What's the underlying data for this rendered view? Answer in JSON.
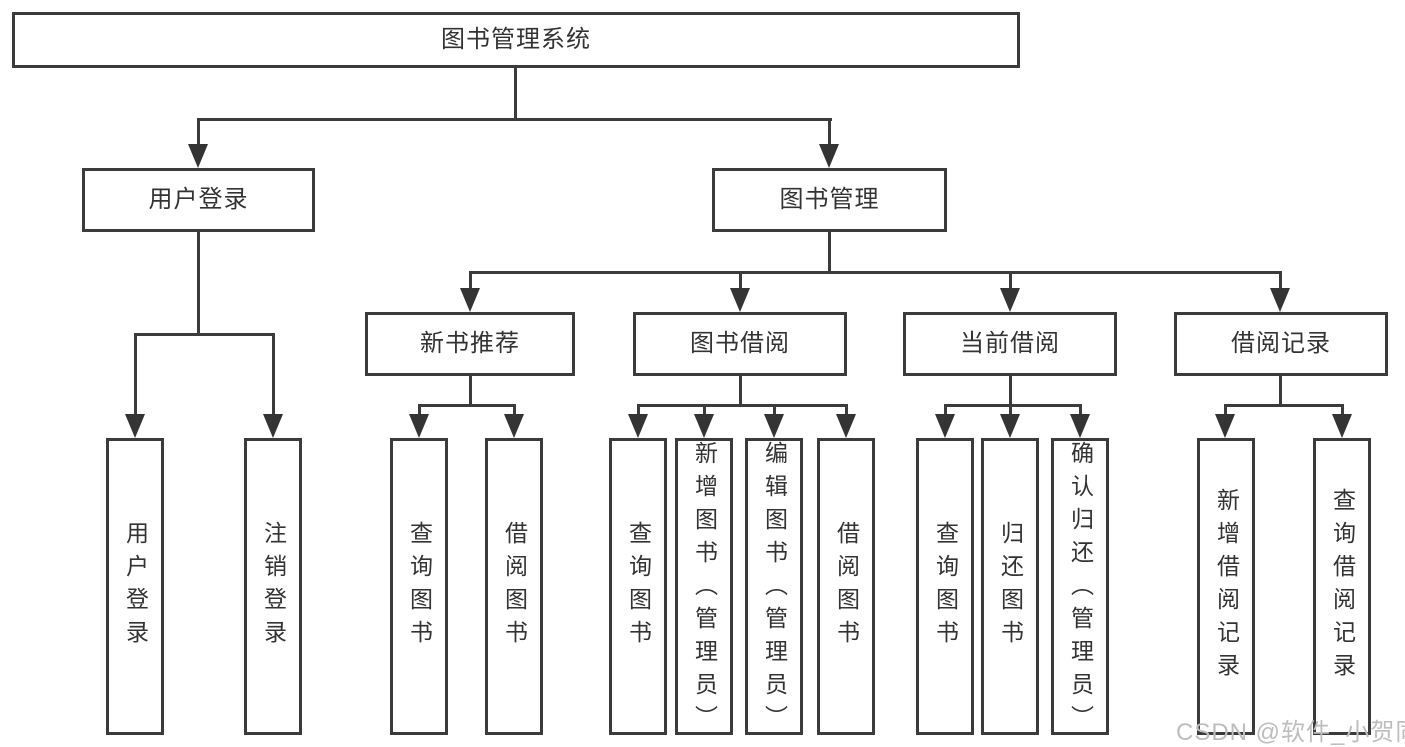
{
  "tree": {
    "root": "图书管理系统",
    "children": [
      {
        "label": "用户登录",
        "children": [
          "用户登录",
          "注销登录"
        ]
      },
      {
        "label": "图书管理",
        "children": [
          {
            "label": "新书推荐",
            "children": [
              "查询图书",
              "借阅图书"
            ]
          },
          {
            "label": "图书借阅",
            "children": [
              "查询图书",
              "新增图书（管理员）",
              "编辑图书（管理员）",
              "借阅图书"
            ]
          },
          {
            "label": "当前借阅",
            "children": [
              "查询图书",
              "归还图书",
              "确认归还（管理员）"
            ]
          },
          {
            "label": "借阅记录",
            "children": [
              "新增借阅记录",
              "查询借阅记录"
            ]
          }
        ]
      }
    ]
  },
  "watermark": {
    "text": "CSDN @软件_小贺同学"
  },
  "colors": {
    "line": "#3b3b3b",
    "arrow": "#343434",
    "text": "#333333",
    "watermark": "#bdbdbd",
    "background": "#ffffff"
  }
}
